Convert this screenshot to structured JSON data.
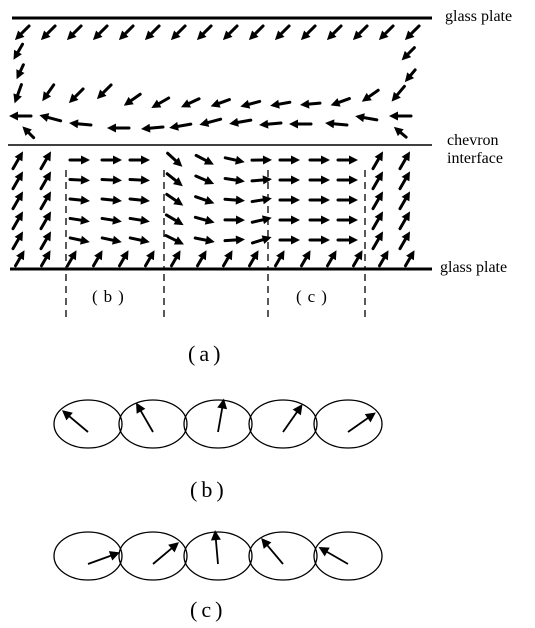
{
  "labels": {
    "top_plate": "glass plate",
    "interface_line1": "chevron",
    "interface_line2": "interface",
    "bottom_plate": "glass plate"
  },
  "region_labels": {
    "b": "(b)",
    "c": "(c)"
  },
  "captions": {
    "a": "(a)",
    "b": "(b)",
    "c": "(c)"
  }
}
